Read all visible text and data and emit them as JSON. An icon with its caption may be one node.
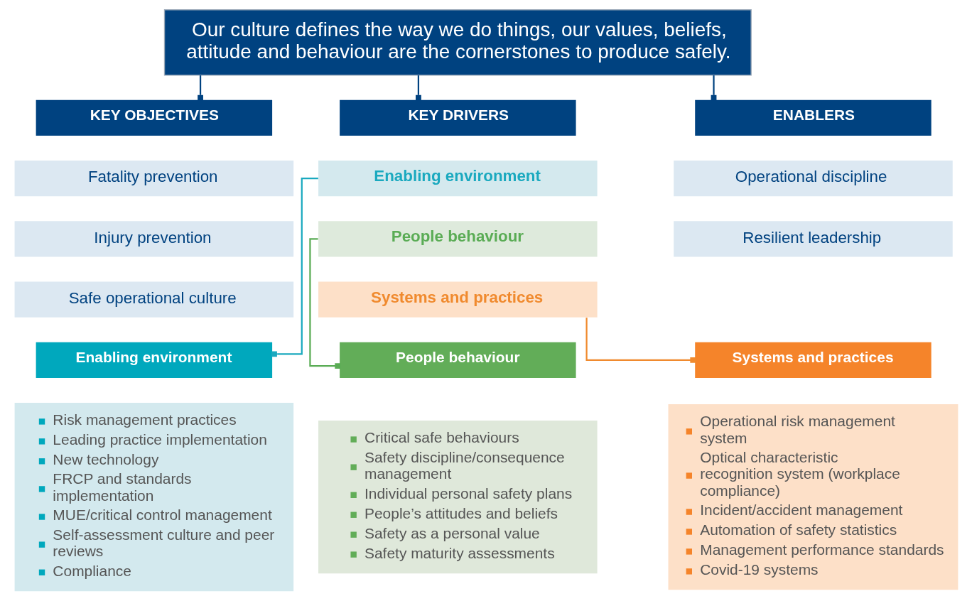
{
  "diagram": {
    "nodes": [
      {
        "text": [
          "Our culture defines the way we do things, our values, beliefs, attitude and behaviour are the cornerstones to produce safely."
        ]
      },
      {
        "text": [
          "KEY OBJECTIVES"
        ]
      },
      {
        "text": [
          "Fatality prevention"
        ]
      },
      {
        "text": [
          "Injury prevention"
        ]
      },
      {
        "text": [
          "Safe operational culture"
        ]
      },
      {
        "text": [
          "KEY DRIVERS"
        ]
      },
      {
        "text": [
          "Enabling environment"
        ]
      },
      {
        "text": [
          "People behaviour"
        ]
      },
      {
        "text": [
          "Systems and practices"
        ]
      },
      {
        "text": [
          "ENABLERS"
        ]
      },
      {
        "text": [
          "Operational discipline"
        ]
      },
      {
        "text": [
          "Resilient leadership"
        ]
      },
      {
        "text": [
          "Enabling environment"
        ]
      },
      {
        "text": [
          "Risk management practices",
          "Leading practice implementation",
          "New technology",
          "FRCP and standards implementation",
          "MUE/critical control management",
          "Self-assessment culture and peer reviews",
          "Compliance"
        ]
      },
      {
        "text": [
          "People behaviour"
        ]
      },
      {
        "text": [
          "Critical safe behaviours",
          "Safety discipline/consequence management",
          "Individual personal safety plans",
          "People’s attitudes and beliefs",
          "Safety as a personal value",
          "Safety maturity assessments"
        ]
      },
      {
        "text": [
          "Systems and practices"
        ]
      },
      {
        "text": [
          "Operational risk management system",
          "Optical characteristic recognition system (workplace compliance)",
          "Incident/accident management",
          "Automation of safety statistics",
          "Management performance standards",
          "Covid-19 systems"
        ]
      }
    ],
    "edges": [
      {
        "from": 0,
        "to": 1,
        "arrow": "other"
      },
      {
        "from": 0,
        "to": 5,
        "arrow": "other"
      },
      {
        "from": 0,
        "to": 9,
        "arrow": "other"
      },
      {
        "from": 6,
        "to": 12,
        "arrow": "other",
        "color": "#1aa9bf"
      },
      {
        "from": 7,
        "to": 14,
        "arrow": "other",
        "color": "#5aac55"
      },
      {
        "from": 8,
        "to": 16,
        "arrow": "other",
        "color": "#f08a2e"
      }
    ]
  }
}
